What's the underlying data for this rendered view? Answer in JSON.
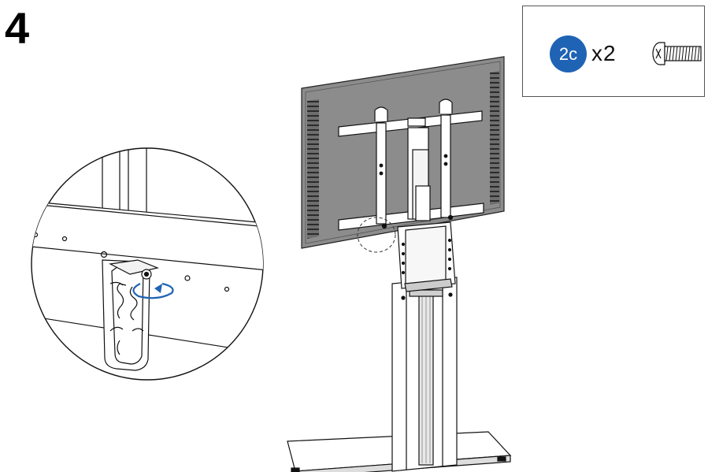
{
  "step": {
    "number": "4"
  },
  "parts": {
    "badge_label": "2c",
    "quantity_text": "x2",
    "badge_color": "#1f63b4",
    "icon": "screw-icon"
  },
  "detail": {
    "rotation_arrow_color": "#1f63b4"
  }
}
